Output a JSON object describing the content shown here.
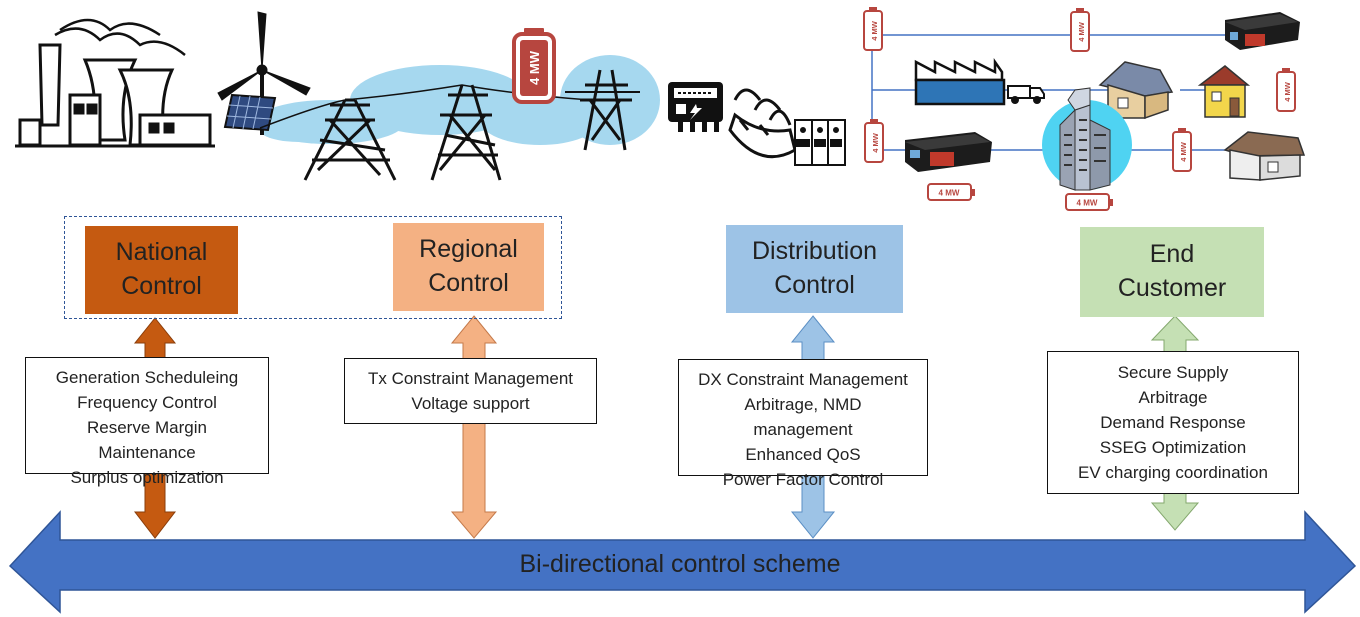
{
  "battery_label": "4 MW",
  "controls": [
    {
      "label": "National\nControl",
      "color": "#c55a11"
    },
    {
      "label": "Regional\nControl",
      "color": "#f4b183"
    },
    {
      "label": "Distribution\nControl",
      "color": "#9dc3e6"
    },
    {
      "label": "End\nCustomer",
      "color": "#c5e0b4"
    }
  ],
  "functions": [
    {
      "lines": [
        "Generation Scheduleing",
        "Frequency Control",
        "Reserve Margin",
        "Maintenance",
        "Surplus optimization"
      ]
    },
    {
      "lines": [
        "Tx Constraint Management",
        "Voltage support"
      ]
    },
    {
      "lines": [
        "DX Constraint Management",
        "Arbitrage, NMD",
        "management",
        "Enhanced QoS",
        "Power Factor Control"
      ]
    },
    {
      "lines": [
        "Secure Supply",
        "Arbitrage",
        "Demand Response",
        "SSEG Optimization",
        "EV charging coordination"
      ]
    }
  ],
  "main_arrow": {
    "label": "Bi-directional control scheme",
    "color": "#4472c4"
  },
  "colors": {
    "battery": "#b7463f",
    "grid_line": "#4472c4",
    "cloud": "#a6d8ef"
  },
  "icons": [
    "power-station-icon",
    "wind-turbine-icon",
    "solar-panel-icon",
    "transmission-tower-icon",
    "substation-icon",
    "meter-icon",
    "transformer-icon",
    "switchgear-icon",
    "factory-icon",
    "truck-icon",
    "house-icon",
    "office-building-icon",
    "warehouse-icon",
    "battery-icon"
  ]
}
